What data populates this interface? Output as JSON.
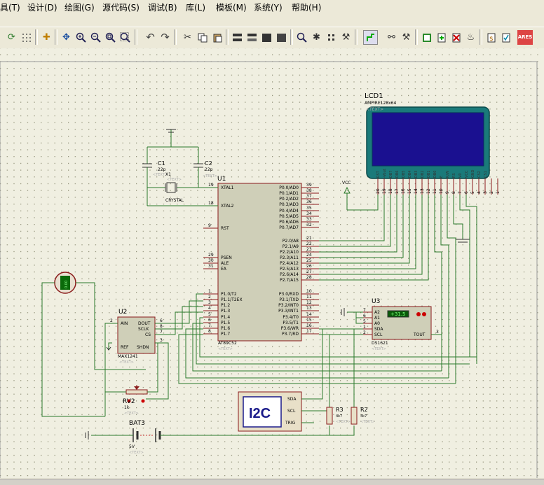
{
  "menu": {
    "items": [
      "具(T)",
      "设计(D)",
      "绘图(G)",
      "源代码(S)",
      "调试(B)",
      "库(L)",
      "模板(M)",
      "系统(Y)",
      "帮助(H)"
    ]
  },
  "toolbar": {
    "icons": [
      "refresh-icon",
      "grid-icon",
      "origin-icon",
      "pan-icon",
      "zoom-in-icon",
      "zoom-out-icon",
      "zoom-all-icon",
      "zoom-area-icon",
      "undo-icon",
      "redo-icon",
      "cut-icon",
      "copy-icon",
      "paste-icon",
      "block-copy-icon",
      "block-move-icon",
      "block-rotate-icon",
      "block-delete-icon",
      "pick-device-icon",
      "make-device-icon",
      "package-tool-icon",
      "decompose-icon",
      "wire-autoroute-icon",
      "search-icon",
      "property-assign-icon",
      "design-explorer-icon",
      "new-sheet-icon",
      "remove-sheet-icon",
      "exit-parent-icon",
      "bill-of-materials-icon",
      "electrical-check-icon",
      "netlist-ares-icon"
    ],
    "ares_label": "ARES"
  },
  "schematic": {
    "lcd": {
      "ref": "LCD1",
      "part": "AMPIRE128x64",
      "text": "<TEXT>",
      "pins": [
        "20",
        "19",
        "18",
        "17",
        "16",
        "15",
        "14",
        "13",
        "12",
        "11",
        "10",
        "9",
        "8",
        "7",
        "6",
        "5",
        "4",
        "3",
        "2",
        "1"
      ],
      "pin_names": [
        "RST",
        "-Vout",
        "DB7",
        "DB6",
        "DB5",
        "DB4",
        "DB3",
        "DB2",
        "DB1",
        "DB0",
        "E",
        "R/W",
        "RS",
        "V0",
        "VCC",
        "GND",
        "CS2",
        "CS1"
      ]
    },
    "vcc_label": "VCC",
    "c1": {
      "ref": "C1",
      "value": "22p",
      "text": "<TEXT>"
    },
    "c2": {
      "ref": "C2",
      "value": "22p",
      "text": "<TEXT>"
    },
    "x1": {
      "ref": "X1",
      "text": "<TEXT>",
      "value": "CRYSTAL"
    },
    "u1": {
      "ref": "U1",
      "part": "AT89C52",
      "text": "<TEXT>",
      "left_pins": [
        {
          "num": "19",
          "name": "XTAL1"
        },
        {
          "num": "18",
          "name": "XTAL2"
        },
        {
          "num": "9",
          "name": "RST"
        },
        {
          "num": "29",
          "name": "PSEN"
        },
        {
          "num": "30",
          "name": "ALE"
        },
        {
          "num": "31",
          "name": "EA"
        },
        {
          "num": "1",
          "name": "P1.0/T2"
        },
        {
          "num": "2",
          "name": "P1.1/T2EX"
        },
        {
          "num": "3",
          "name": "P1.2"
        },
        {
          "num": "4",
          "name": "P1.3"
        },
        {
          "num": "5",
          "name": "P1.4"
        },
        {
          "num": "6",
          "name": "P1.5"
        },
        {
          "num": "7",
          "name": "P1.6"
        },
        {
          "num": "8",
          "name": "P1.7"
        }
      ],
      "right_pins": [
        {
          "num": "39",
          "name": "P0.0/AD0"
        },
        {
          "num": "38",
          "name": "P0.1/AD1"
        },
        {
          "num": "37",
          "name": "P0.2/AD2"
        },
        {
          "num": "36",
          "name": "P0.3/AD3"
        },
        {
          "num": "35",
          "name": "P0.4/AD4"
        },
        {
          "num": "34",
          "name": "P0.5/AD5"
        },
        {
          "num": "33",
          "name": "P0.6/AD6"
        },
        {
          "num": "32",
          "name": "P0.7/AD7"
        },
        {
          "num": "21",
          "name": "P2.0/A8"
        },
        {
          "num": "22",
          "name": "P2.1/A9"
        },
        {
          "num": "23",
          "name": "P2.2/A10"
        },
        {
          "num": "24",
          "name": "P2.3/A11"
        },
        {
          "num": "25",
          "name": "P2.4/A12"
        },
        {
          "num": "26",
          "name": "P2.5/A13"
        },
        {
          "num": "27",
          "name": "P2.6/A14"
        },
        {
          "num": "28",
          "name": "P2.7/A15"
        },
        {
          "num": "10",
          "name": "P3.0/RXD"
        },
        {
          "num": "11",
          "name": "P3.1/TXD"
        },
        {
          "num": "12",
          "name": "P3.2/INT0"
        },
        {
          "num": "13",
          "name": "P3.3/INT1"
        },
        {
          "num": "14",
          "name": "P3.4/T0"
        },
        {
          "num": "15",
          "name": "P3.5/T1"
        },
        {
          "num": "16",
          "name": "P3.6/WR"
        },
        {
          "num": "17",
          "name": "P3.7/RD"
        }
      ]
    },
    "u2": {
      "ref": "U2",
      "part": "MAX1241",
      "text": "<TEXT>",
      "pins": [
        {
          "num": "2",
          "name": "AIN"
        },
        {
          "num": "3",
          "name": ""
        },
        {
          "num": "6",
          "name": "DOUT"
        },
        {
          "num": "8",
          "name": "SCLK"
        },
        {
          "num": "7",
          "name": "CS"
        },
        {
          "num": "",
          "name": "REF"
        },
        {
          "num": "",
          "name": "SHDN"
        }
      ]
    },
    "u3": {
      "ref": "U3",
      "part": "DS1621",
      "text": "<TEXT>",
      "display": "+31.5",
      "pins": [
        {
          "num": "7",
          "name": "A2"
        },
        {
          "num": "6",
          "name": "A1"
        },
        {
          "num": "5",
          "name": "A0"
        },
        {
          "num": "1",
          "name": "SDA"
        },
        {
          "num": "2",
          "name": "SCL"
        },
        {
          "num": "3",
          "name": "TOUT"
        }
      ]
    },
    "rv2": {
      "ref": "RV2",
      "value": "1k",
      "text": "<TEXT>"
    },
    "bat3": {
      "ref": "BAT3",
      "value": "5V",
      "text": "<TEXT>"
    },
    "r3": {
      "ref": "R3",
      "value": "4k7",
      "text": "<TEXT>"
    },
    "r2": {
      "ref": "R2",
      "value": "4k7",
      "text": "<TEXT>"
    },
    "i2c": {
      "label": "I2C",
      "pins": [
        "SDA",
        "SCL",
        "TRIG"
      ]
    },
    "meter_value": "0.00"
  }
}
